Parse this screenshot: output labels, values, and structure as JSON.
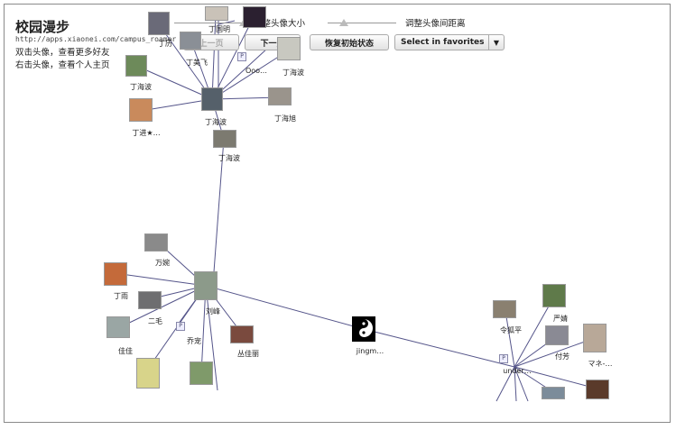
{
  "app": {
    "title": "校园漫步",
    "url": "http://apps.xiaonei.com/campus_roamer",
    "hint_double_click": "双击头像，查看更多好友",
    "hint_right_click": "右击头像，查看个人主页"
  },
  "controls": {
    "prev_label": "上一页",
    "next_label": "下一页",
    "reset_label": "恢复初始状态",
    "avatar_size_label": "调整头像大小",
    "avatar_distance_label": "调整头像间距离",
    "favorites_select": "Select in favorites"
  },
  "nodes": [
    {
      "id": "n1",
      "label": "丁历",
      "color": "#6a6a78"
    },
    {
      "id": "n2",
      "label": "丁国明",
      "color": "#c9c2b8"
    },
    {
      "id": "n3",
      "label": "",
      "color": "#2b2030"
    },
    {
      "id": "n4",
      "label": "丁美飞",
      "color": "#8a8f96"
    },
    {
      "id": "n5",
      "label": "Ooo…",
      "color": "#b0aba4"
    },
    {
      "id": "n6",
      "label": "丁海波",
      "color": "#c8c8c0"
    },
    {
      "id": "n7",
      "label": "丁海波",
      "color": "#6d8a5a"
    },
    {
      "id": "n8",
      "label": "丁海波",
      "color": "#55606a"
    },
    {
      "id": "n9",
      "label": "丁海旭",
      "color": "#9a948c"
    },
    {
      "id": "n10",
      "label": "丁进★…",
      "color": "#c98a5c"
    },
    {
      "id": "n11",
      "label": "丁海波",
      "color": "#7c7a70"
    },
    {
      "id": "n12",
      "label": "万婉",
      "color": "#8a8a8a"
    },
    {
      "id": "n13",
      "label": "丁雨",
      "color": "#c46a3a"
    },
    {
      "id": "n14",
      "label": "二毛",
      "color": "#6e6e70"
    },
    {
      "id": "n15",
      "label": "刘峰",
      "color": "#8c9a8a"
    },
    {
      "id": "n16",
      "label": "佳佳",
      "color": "#9aa6a4"
    },
    {
      "id": "n17",
      "label": "乔宠",
      "color": "#b8b8a8"
    },
    {
      "id": "n18",
      "label": "丛佳丽",
      "color": "#7a4a3e"
    },
    {
      "id": "n19",
      "label": "",
      "color": "#d8d48a"
    },
    {
      "id": "n20",
      "label": "",
      "color": "#7f9a6a"
    },
    {
      "id": "n21",
      "label": "jingm…",
      "color": "#000000"
    },
    {
      "id": "n22",
      "label": "令狐平",
      "color": "#8a8070"
    },
    {
      "id": "n23",
      "label": "严婧",
      "color": "#5f7a4a"
    },
    {
      "id": "n24",
      "label": "付芳",
      "color": "#8a8a94"
    },
    {
      "id": "n25",
      "label": "マネ-…",
      "color": "#b8a898"
    },
    {
      "id": "n26",
      "label": "under…",
      "color": "#ffffff"
    },
    {
      "id": "n27",
      "label": "",
      "color": "#7c8c9a"
    },
    {
      "id": "n28",
      "label": "",
      "color": "#5a3a2a"
    }
  ],
  "colors": {
    "edge": "#55558a",
    "frame_border": "#8a8a8a"
  }
}
